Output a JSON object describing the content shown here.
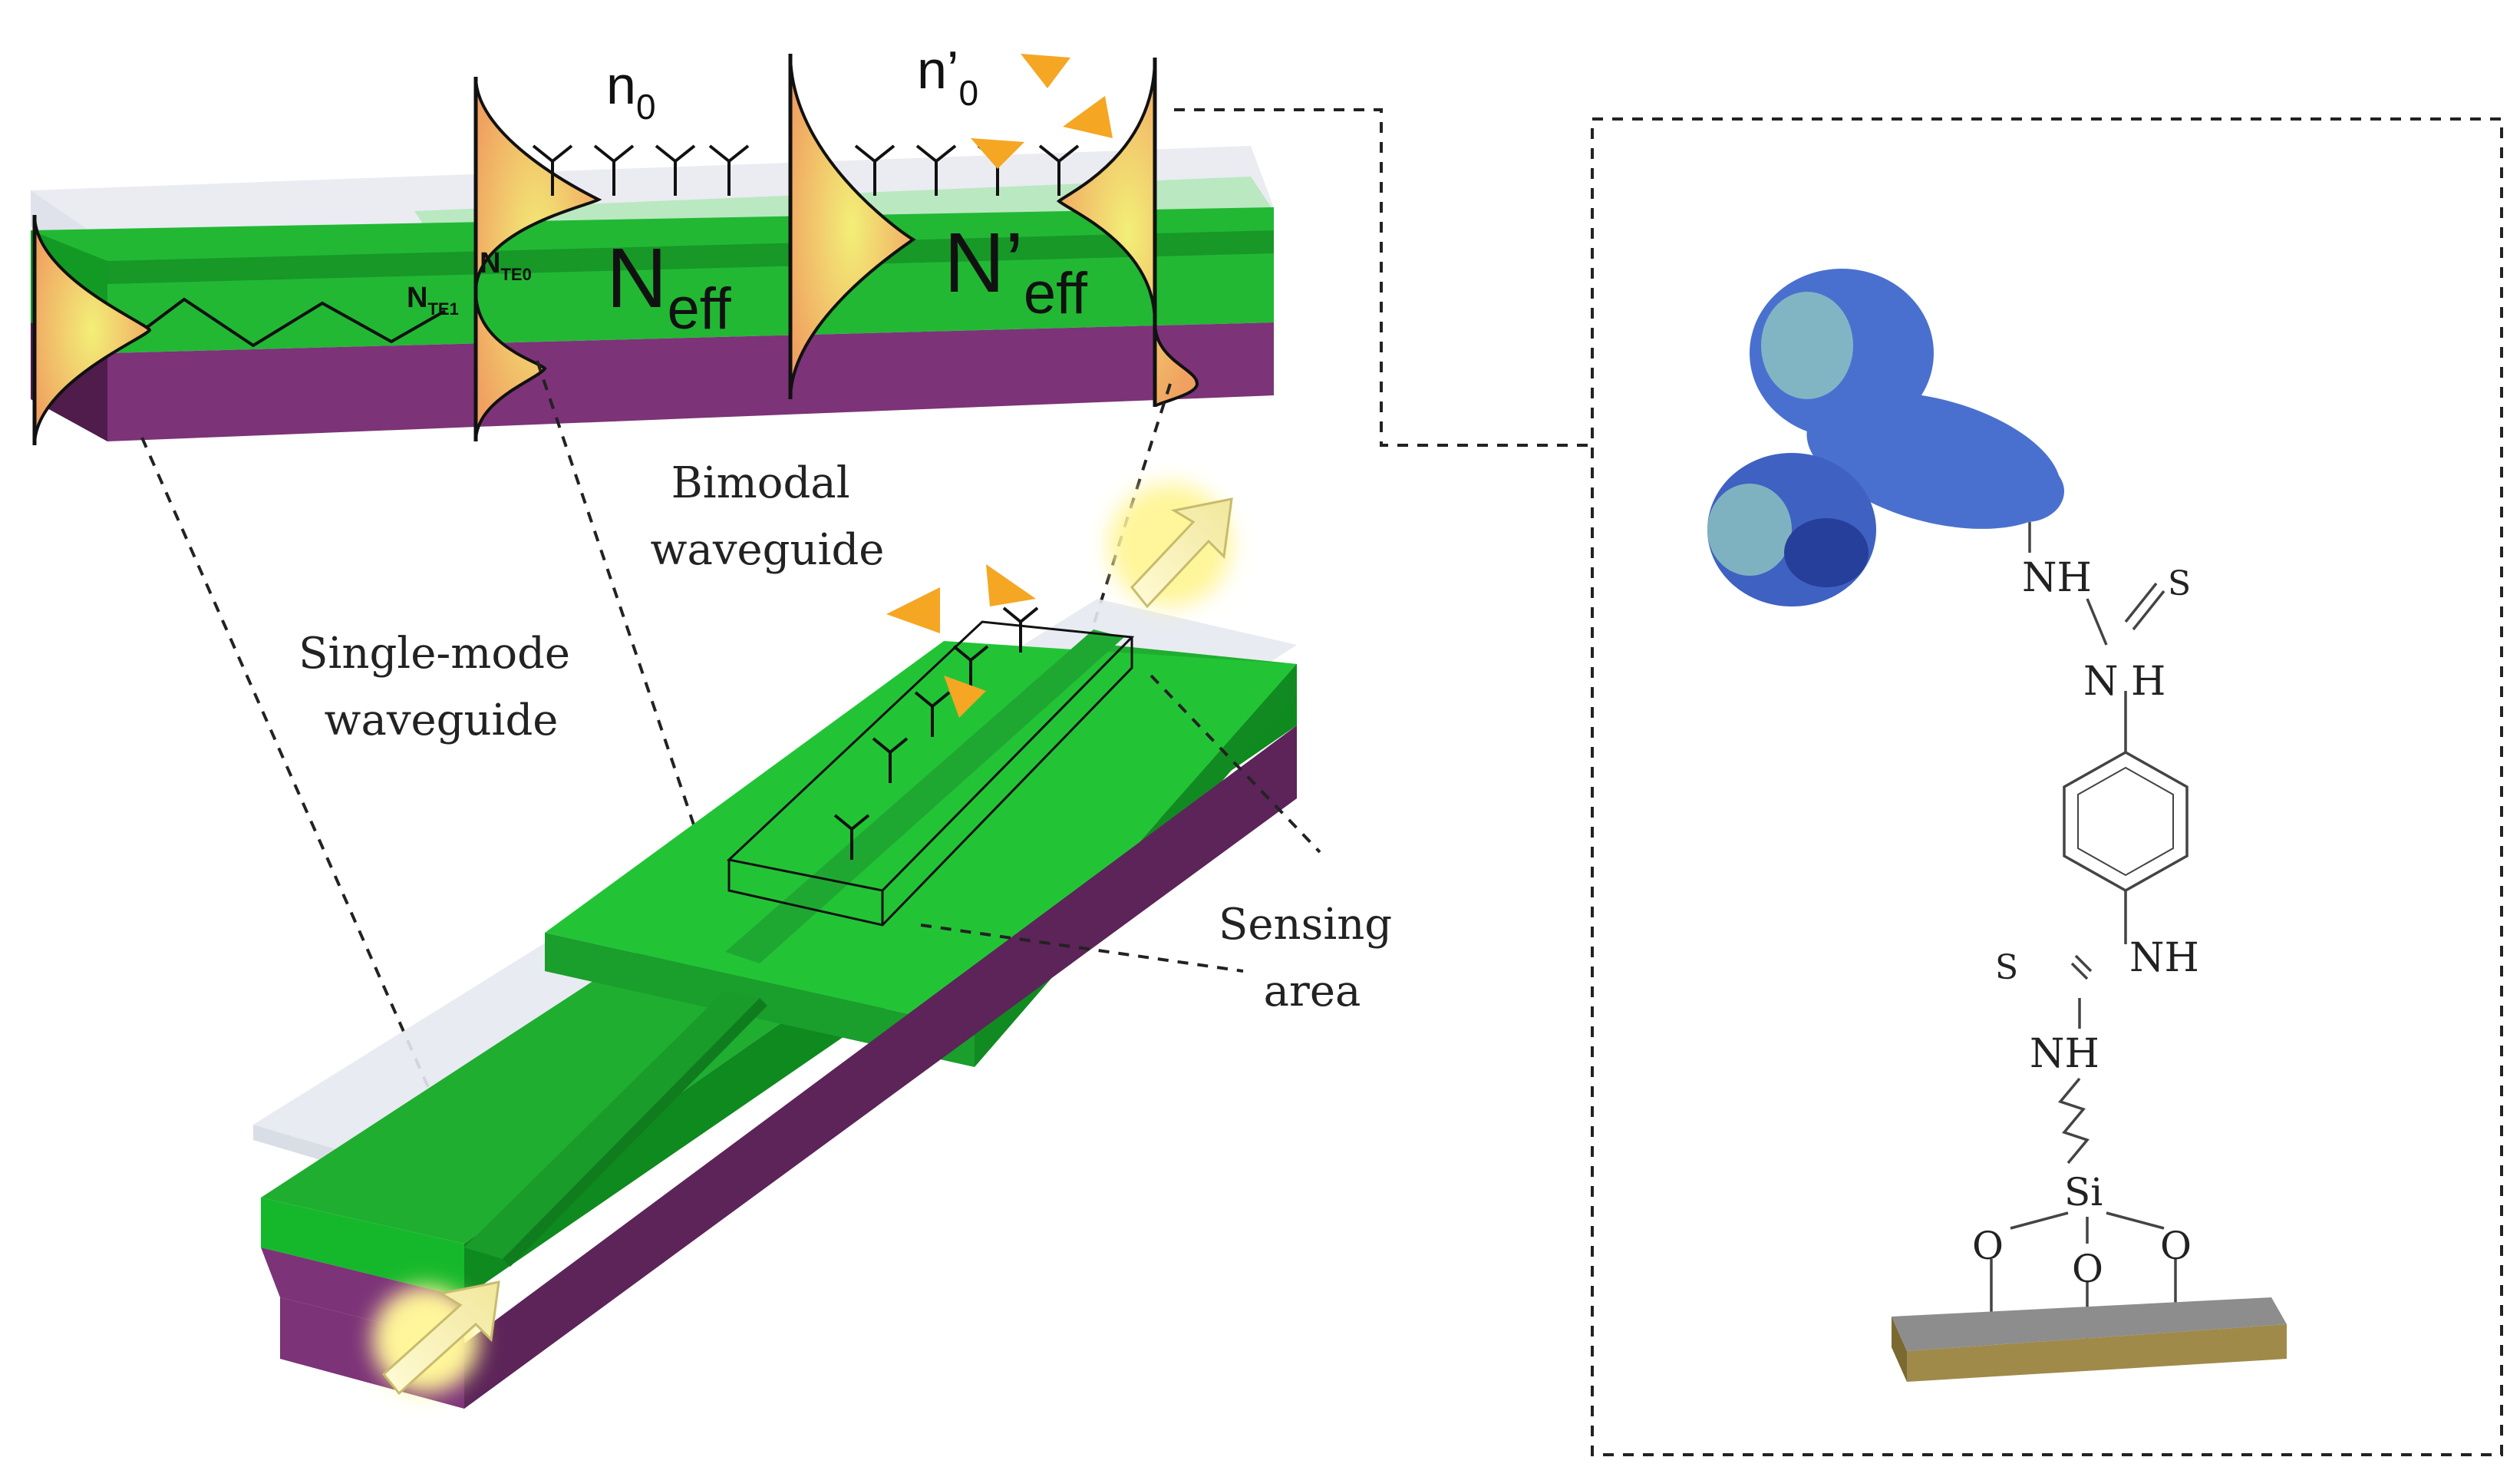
{
  "labels": {
    "n0_base": "n",
    "n0_sub": "0",
    "n0p_base": "n’",
    "n0p_sub": "0",
    "neff_base": "N",
    "neff_sub": "eff",
    "neffp_base": "N’",
    "neffp_sub": "eff",
    "nte1_base": "N",
    "nte1_sub": "TE1",
    "nte0_base": "N",
    "nte0_sub": "TE0",
    "bimodal_line1": "Bimodal",
    "bimodal_line2": "waveguide",
    "single_line1": "Single-mode",
    "single_line2": "waveguide",
    "sensing_line1": "Sensing",
    "sensing_line2": "area"
  },
  "chem": {
    "nh1": "NH",
    "s1": "S",
    "nh2": "N H",
    "nh3": "NH",
    "s2": "S",
    "nh4": "NH",
    "si": "Si",
    "o1": "O",
    "o2": "O",
    "o3": "O"
  },
  "colors": {
    "green_top": "#25c83a",
    "green_mid": "#1e9c2e",
    "green_dark": "#137a1f",
    "purple": "#7c3378",
    "purple_dark": "#55204f",
    "cladding": "#e4e8f0",
    "antibody_blue": "#4a70cf",
    "analyte_orange": "#f5a623",
    "substrate_gold": "#a08a4a",
    "substrate_gray": "#8d8d8d"
  }
}
